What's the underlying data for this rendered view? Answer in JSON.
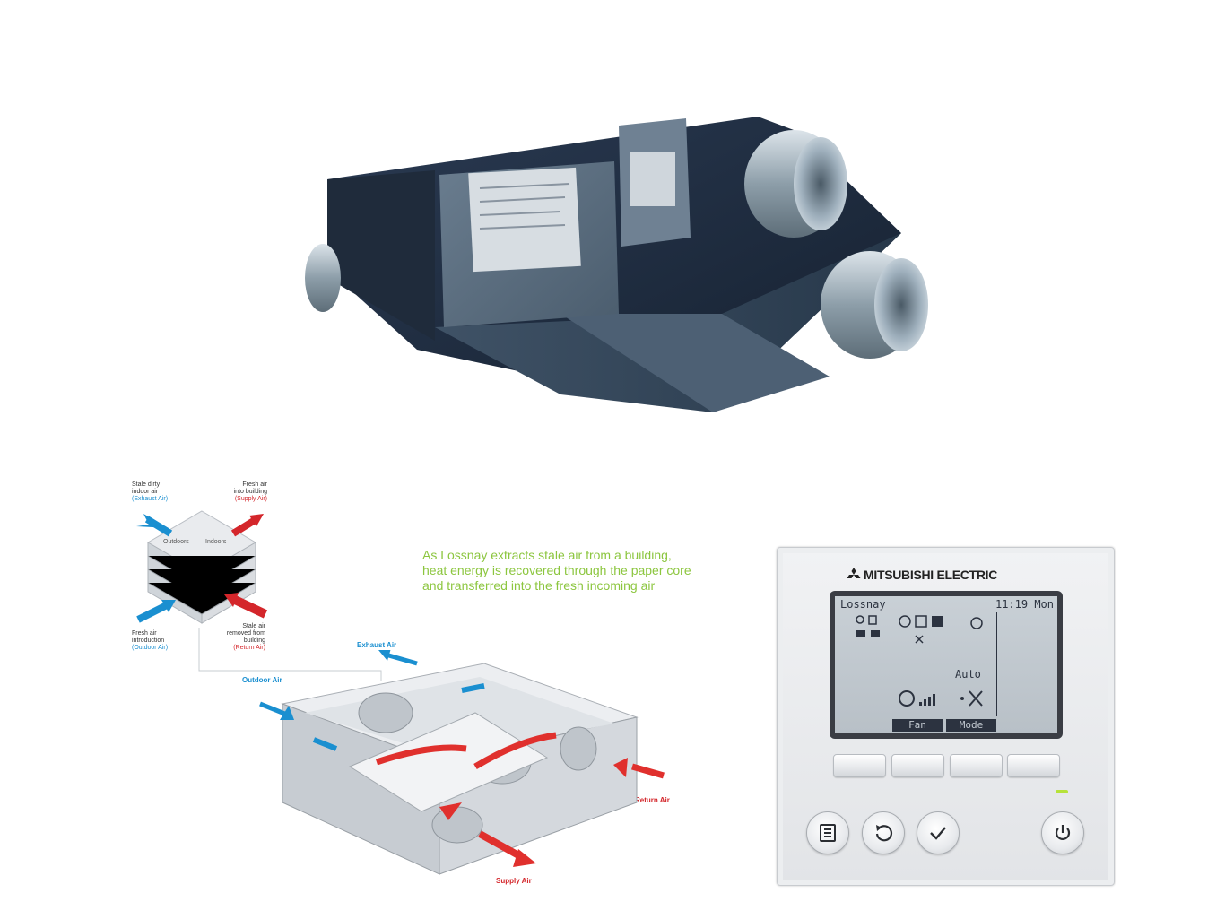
{
  "product_photo": {
    "icon": "lossnay-unit-photo"
  },
  "core_diagram": {
    "stale_label": [
      "Stale dirty",
      "indoor air"
    ],
    "stale_sub": "(Exhaust Air)",
    "fresh_label": [
      "Fresh air",
      "into building"
    ],
    "fresh_sub": "(Supply Air)",
    "outdoors": "Outdoors",
    "indoors": "Indoors",
    "fresh_intro_label": [
      "Fresh air",
      "introduction"
    ],
    "fresh_intro_sub": "(Outdoor Air)",
    "stale_removed_label": [
      "Stale air",
      "removed from",
      "building"
    ],
    "stale_removed_sub": "(Return Air)"
  },
  "description": "As Lossnay extracts stale air from a building, heat energy is recovered through the paper core and transferred into the fresh incoming air",
  "unit_diagram": {
    "exhaust_air": "Exhaust Air",
    "outdoor_air": "Outdoor Air",
    "return_air": "Return Air",
    "supply_air": "Supply Air"
  },
  "controller": {
    "brand": "MITSUBISHI ELECTRIC",
    "screen": {
      "title": "Lossnay",
      "time": "11:19 Mon",
      "mode": "Auto",
      "softkeys": [
        "Fan",
        "Mode"
      ]
    },
    "colors": {
      "led": "#b6e23a",
      "lcd_text": "#2c3340"
    }
  },
  "colors": {
    "blue_arrow": "#1a8fd0",
    "red_arrow": "#d4262b",
    "green_text": "#8cc63f"
  }
}
